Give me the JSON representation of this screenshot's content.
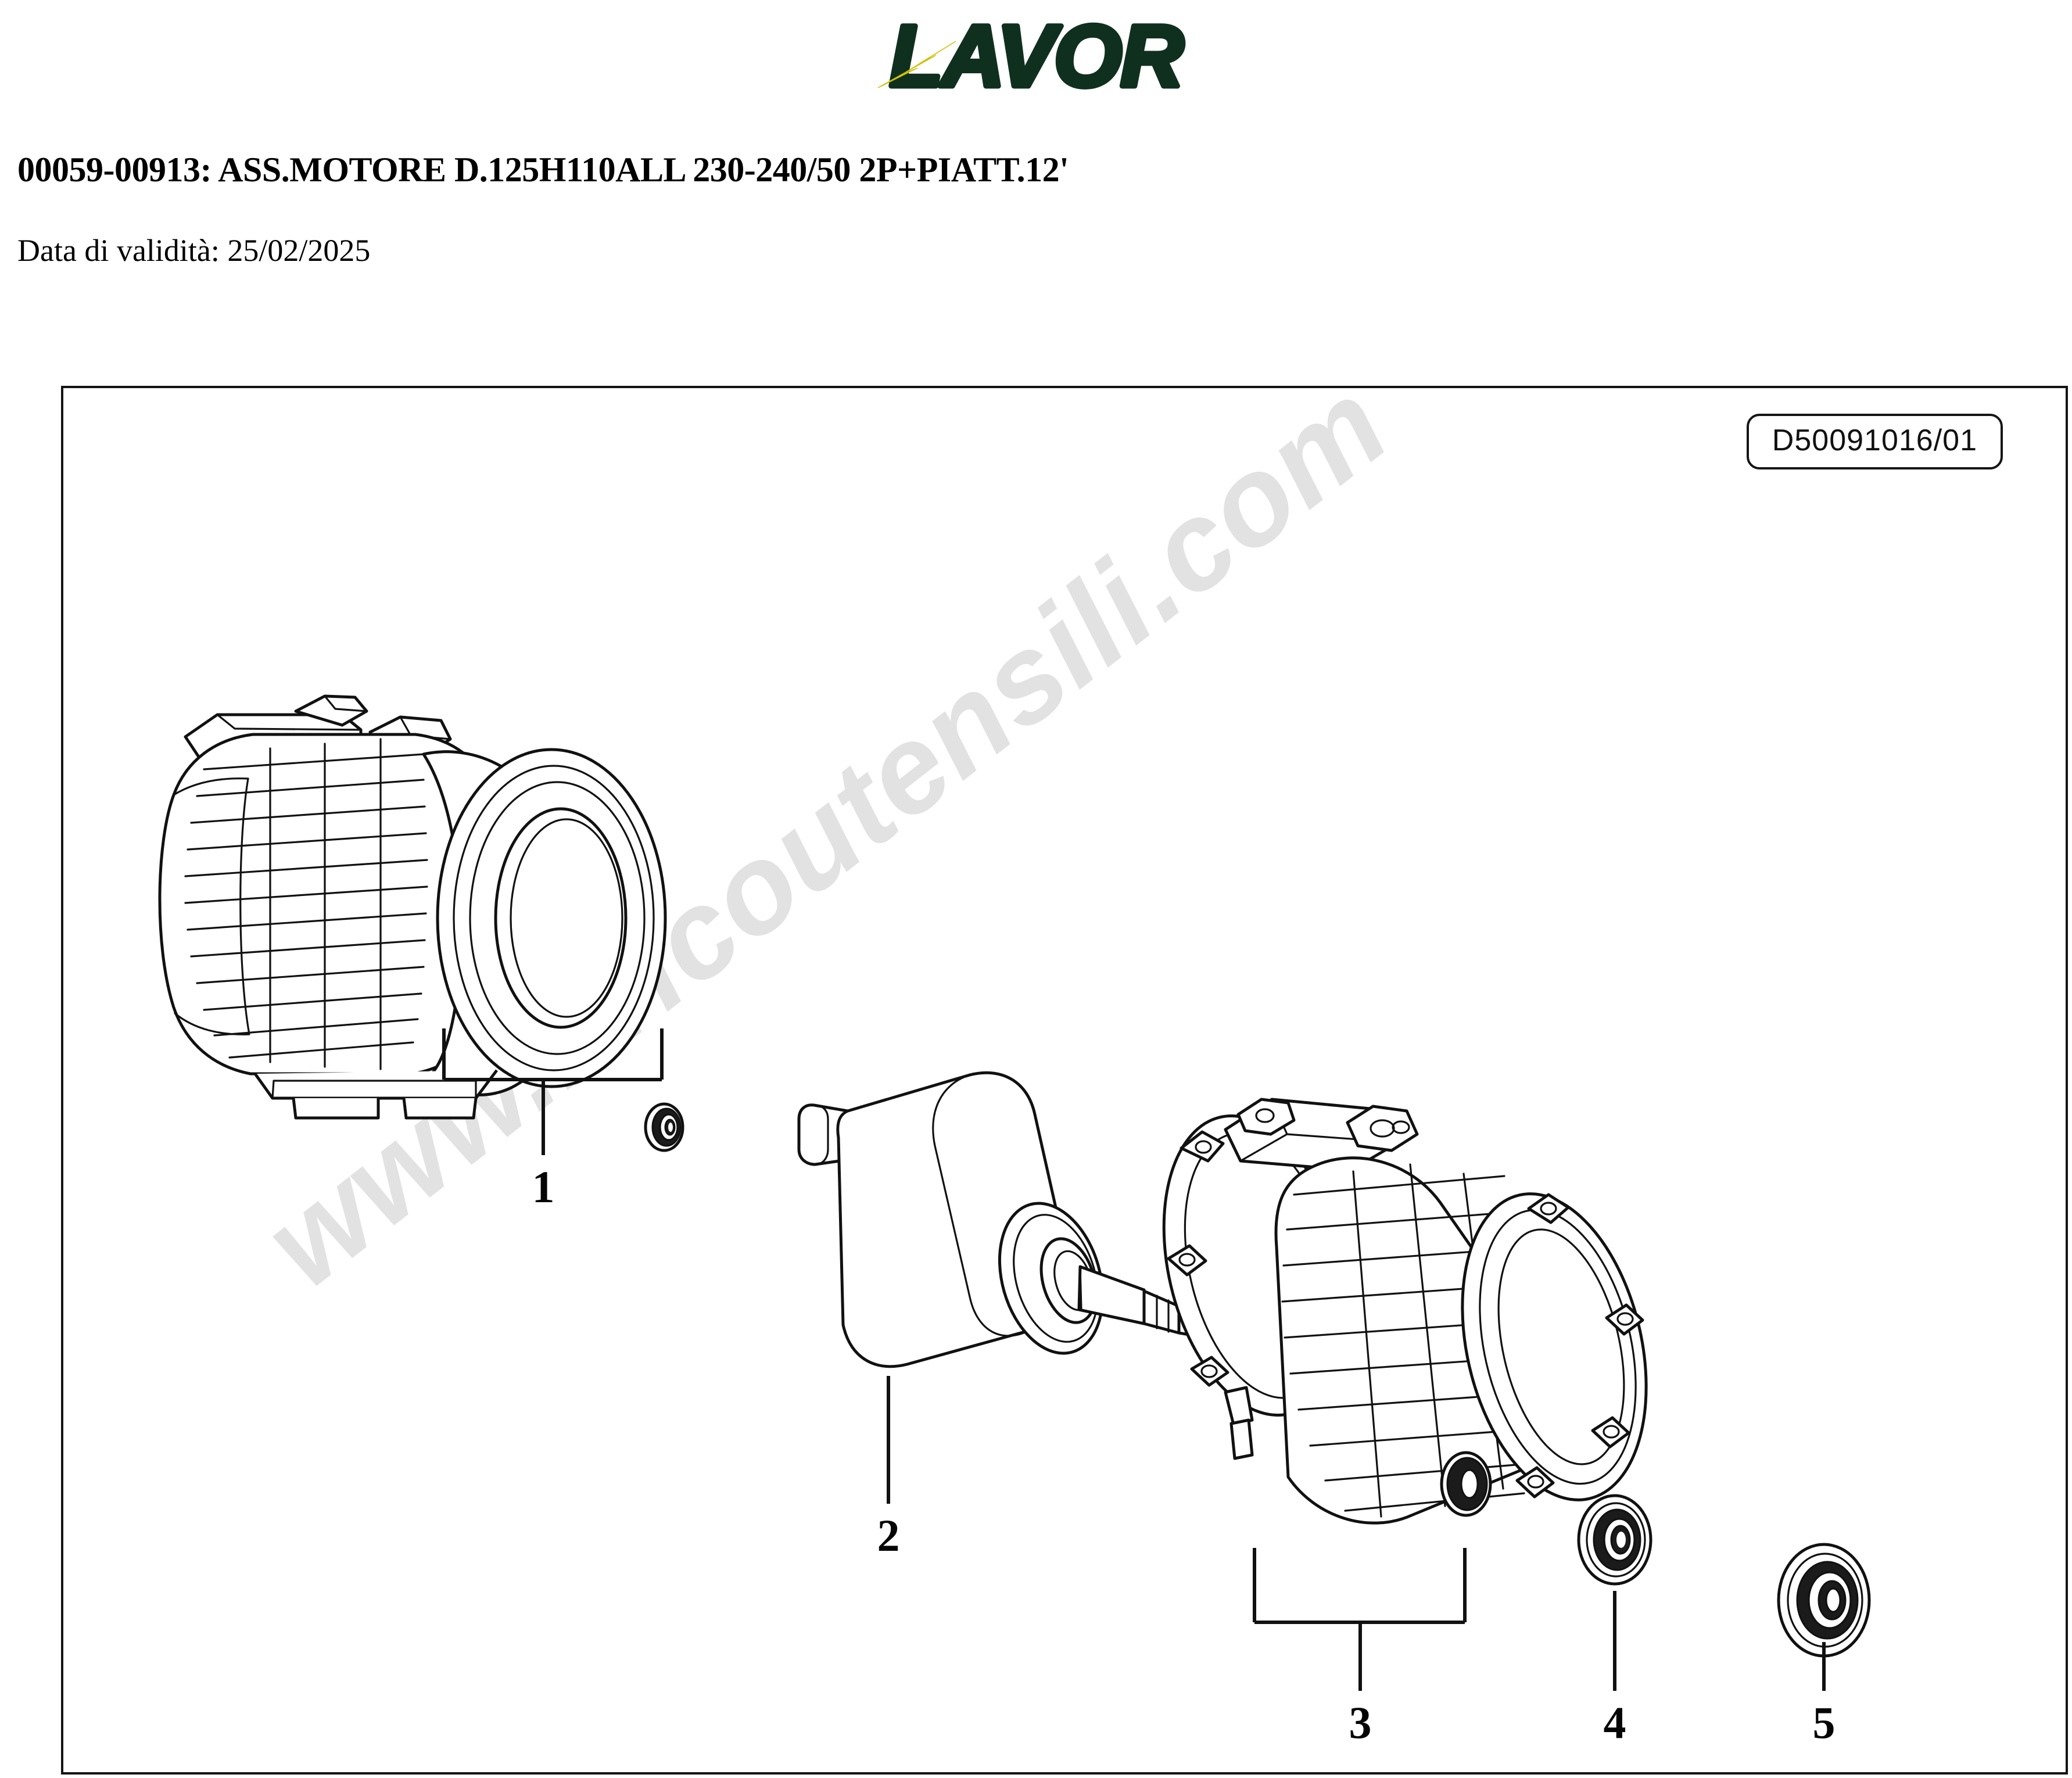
{
  "brand": {
    "name": "LAVOR",
    "logo_text": "LAVOR",
    "logo_color": "#10301f",
    "bolt_color": "#f2e313",
    "bolt_icon": "lightning-bolt-icon"
  },
  "header": {
    "title": "00059-00913: ASS.MOTORE D.125H110ALL 230-240/50 2P+PIATT.12'",
    "validity": "Data di validità: 25/02/2025"
  },
  "diagram": {
    "reference_code": "D50091016/01",
    "watermark": "www.bricoutensili.com",
    "watermark_color": "#e2e2e2",
    "frame_color": "#141414",
    "callouts": [
      {
        "id": "1",
        "label": "1"
      },
      {
        "id": "2",
        "label": "2"
      },
      {
        "id": "3",
        "label": "3"
      },
      {
        "id": "4",
        "label": "4"
      },
      {
        "id": "5",
        "label": "5"
      }
    ],
    "parts": [
      {
        "number": "1",
        "icon": "motor-stator-housing-icon"
      },
      {
        "number": "1",
        "icon": "small-ball-bearing-icon"
      },
      {
        "number": "2",
        "icon": "rotor-armature-shaft-icon"
      },
      {
        "number": "3",
        "icon": "motor-assembly-icon"
      },
      {
        "number": "3",
        "icon": "seal-ring-icon"
      },
      {
        "number": "4",
        "icon": "ball-bearing-icon"
      },
      {
        "number": "5",
        "icon": "large-ball-bearing-icon"
      }
    ]
  }
}
